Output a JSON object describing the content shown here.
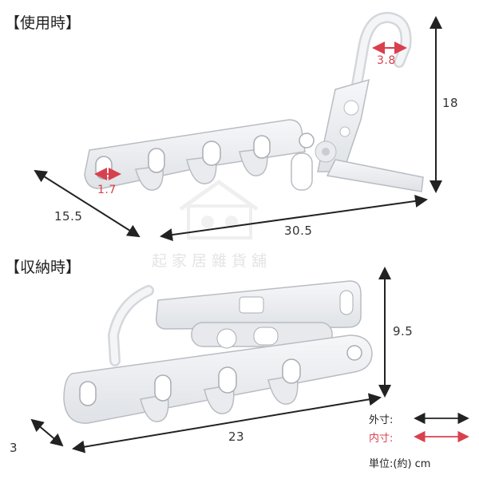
{
  "sections": {
    "in_use_title": "【使用時】",
    "stored_title": "【収納時】"
  },
  "in_use_dims": {
    "height": "18",
    "depth": "15.5",
    "width": "30.5",
    "hook_opening": "3.8",
    "hole_width": "1.7"
  },
  "stored_dims": {
    "height": "9.5",
    "depth": "3",
    "width": "23"
  },
  "legend": {
    "outer_label": "外寸:",
    "inner_label": "内寸:",
    "unit_label": "単位:(約) cm",
    "outer_color": "#222222",
    "inner_color": "#d9404e"
  },
  "watermark": {
    "text": "起家居雜貨舖"
  },
  "colors": {
    "product_fill": "#eef0f3",
    "product_stroke": "#b9bcc2",
    "inner_arrow": "#d9404e"
  }
}
